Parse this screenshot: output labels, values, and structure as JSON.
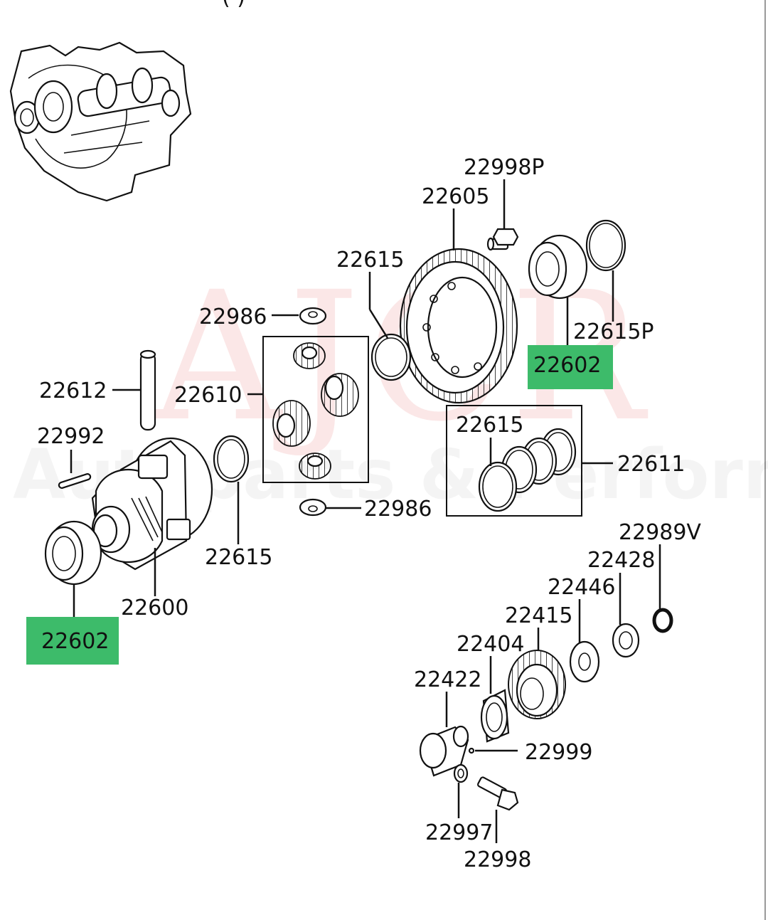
{
  "header_fragment": "(                )",
  "watermark": {
    "logo": "AJCR",
    "subtitle": "Autoparts & Performance"
  },
  "highlight_color": "#3dbb6a",
  "labels": {
    "p22998P": "22998P",
    "p22605": "22605",
    "p22615_top": "22615",
    "p22615P": "22615P",
    "p22602_right": "22602",
    "p22986_top": "22986",
    "p22612": "22612",
    "p22610": "22610",
    "p22615_set": "22615",
    "p22611": "22611",
    "p22992": "22992",
    "p22986_bottom": "22986",
    "p22615_left": "22615",
    "p22989V": "22989V",
    "p22428": "22428",
    "p22446": "22446",
    "p22600": "22600",
    "p22602_left": "22602",
    "p22415": "22415",
    "p22404": "22404",
    "p22422": "22422",
    "p22999": "22999",
    "p22997": "22997",
    "p22998": "22998"
  }
}
